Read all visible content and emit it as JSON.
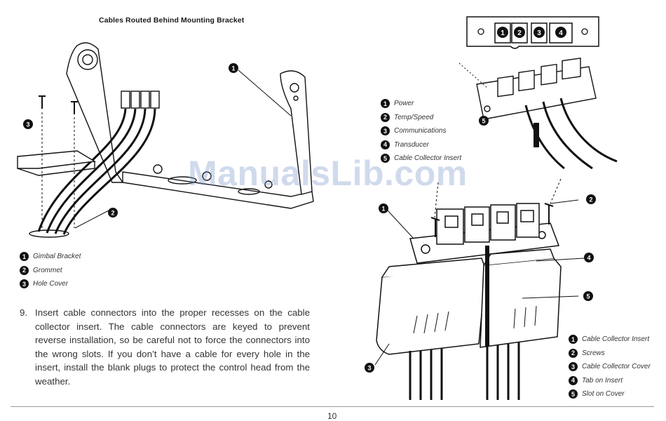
{
  "figure_left": {
    "caption": "Cables Routed Behind Mounting Bracket",
    "callouts": [
      "1",
      "2",
      "3"
    ],
    "legend": [
      {
        "num": "1",
        "label": "Gimbal Bracket"
      },
      {
        "num": "2",
        "label": "Grommet"
      },
      {
        "num": "3",
        "label": "Hole Cover"
      }
    ]
  },
  "figure_top_right": {
    "port_numbers": [
      "1",
      "2",
      "3",
      "4"
    ],
    "callouts": [
      "5"
    ],
    "legend": [
      {
        "num": "1",
        "label": "Power"
      },
      {
        "num": "2",
        "label": "Temp/Speed"
      },
      {
        "num": "3",
        "label": "Communications"
      },
      {
        "num": "4",
        "label": "Transducer"
      },
      {
        "num": "5",
        "label": "Cable Collector Insert"
      }
    ]
  },
  "figure_bottom_right": {
    "callouts": [
      "1",
      "2",
      "3",
      "4",
      "5"
    ],
    "legend": [
      {
        "num": "1",
        "label": "Cable Collector Insert"
      },
      {
        "num": "2",
        "label": "Screws"
      },
      {
        "num": "3",
        "label": "Cable Collector Cover"
      },
      {
        "num": "4",
        "label": "Tab on Insert"
      },
      {
        "num": "5",
        "label": "Slot on Cover"
      }
    ]
  },
  "step": {
    "number": "9.",
    "text": "Insert cable connectors into the proper recesses on the cable collector insert. The cable connectors are keyed to prevent reverse installation, so be careful not to force the connectors into the wrong slots. If you don’t have a cable for every hole in the insert, install the blank plugs to protect the control head from the weather."
  },
  "watermark": "ManualsLib.com",
  "page_number": "10"
}
